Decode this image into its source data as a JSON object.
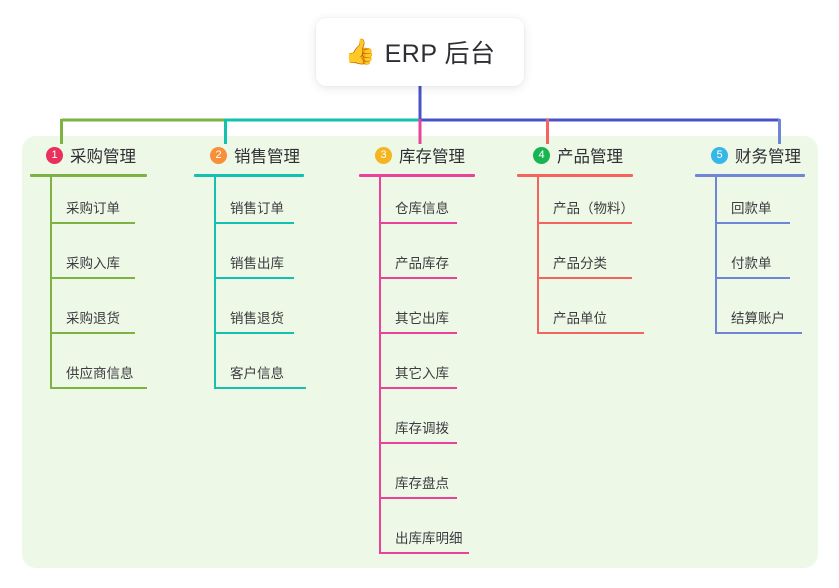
{
  "root": {
    "icon": "thumbs-up-icon",
    "icon_glyph": "👍",
    "title": "ERP 后台"
  },
  "palette": {
    "panel_bg": "#eef8e7",
    "page_bg": "#ffffff",
    "root_line": "#4a52c8",
    "green": "#7cb342",
    "teal": "#13c2ae",
    "pink": "#e8429a",
    "salmon": "#f4645e",
    "blue": "#6f86d6",
    "badge_1": "#e8315c",
    "badge_2": "#f79038",
    "badge_3": "#f5b521",
    "badge_4": "#18b451",
    "badge_5": "#35b8e8"
  },
  "columns": [
    {
      "index": "1",
      "badge_color": "#e8315c",
      "line_color": "#7cb342",
      "title": "采购管理",
      "items": [
        "采购订单",
        "采购入库",
        "采购退货",
        "供应商信息"
      ]
    },
    {
      "index": "2",
      "badge_color": "#f79038",
      "line_color": "#13c2ae",
      "title": "销售管理",
      "items": [
        "销售订单",
        "销售出库",
        "销售退货",
        "客户信息"
      ]
    },
    {
      "index": "3",
      "badge_color": "#f5b521",
      "line_color": "#e8429a",
      "title": "库存管理",
      "items": [
        "仓库信息",
        "产品库存",
        "其它出库",
        "其它入库",
        "库存调拨",
        "库存盘点",
        "出库库明细"
      ]
    },
    {
      "index": "4",
      "badge_color": "#18b451",
      "line_color": "#f4645e",
      "title": "产品管理",
      "items": [
        "产品（物料）",
        "产品分类",
        "产品单位"
      ]
    },
    {
      "index": "5",
      "badge_color": "#35b8e8",
      "line_color": "#6f86d6",
      "title": "财务管理",
      "items": [
        "回款单",
        "付款单",
        "结算账户"
      ]
    }
  ]
}
